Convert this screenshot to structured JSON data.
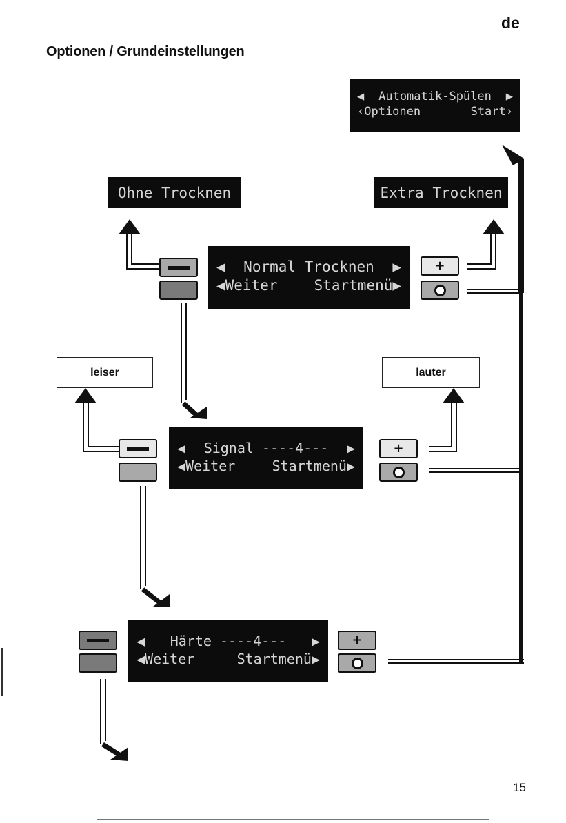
{
  "header": {
    "language": "de",
    "title": "Optionen / Grundeinstellungen"
  },
  "footer": {
    "page_number": "15"
  },
  "screens": {
    "auto_rinse": {
      "line1_left": "◀",
      "line1_text": "Automatik-Spülen",
      "line1_right": "▶",
      "line2_left": "‹Optionen",
      "line2_right": "Start›"
    },
    "ohne_trocknen": {
      "text": "Ohne Trocknen"
    },
    "extra_trocknen": {
      "text": "Extra Trocknen"
    },
    "normal_trocknen": {
      "line1_left": "◀",
      "line1_text": "Normal Trocknen",
      "line1_right": "▶",
      "line2_left": "◀Weiter",
      "line2_right": "Startmenü▶"
    },
    "signal": {
      "line1_left": "◀",
      "line1_text": "Signal ----4---",
      "line1_right": "▶",
      "line2_left": "◀Weiter",
      "line2_right": "Startmenü▶"
    },
    "haerte": {
      "line1_left": "◀",
      "line1_text": "Härte ----4---",
      "line1_right": "▶",
      "line2_left": "◀Weiter",
      "line2_right": "Startmenü▶"
    }
  },
  "labels": {
    "leiser": "leiser",
    "lauter": "lauter"
  },
  "buttons": {
    "minus": "–",
    "plus": "+"
  }
}
